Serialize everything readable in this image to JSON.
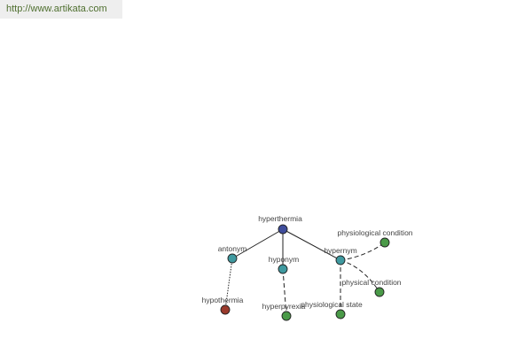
{
  "banner": {
    "url": "http://www.artikata.com"
  },
  "colors": {
    "root": "#3f4d9c",
    "relation": "#3f9aa0",
    "term": "#4a9a48",
    "antonym_term": "#9a3a2c"
  },
  "graph": {
    "nodes": [
      {
        "id": "hyperthermia",
        "label": "hyperthermia",
        "kind": "root"
      },
      {
        "id": "antonym",
        "label": "antonym",
        "kind": "relation"
      },
      {
        "id": "hyponym",
        "label": "hyponym",
        "kind": "relation"
      },
      {
        "id": "hypernym",
        "label": "hypernym",
        "kind": "relation"
      },
      {
        "id": "hypothermia",
        "label": "hypothermia",
        "kind": "antonym_term"
      },
      {
        "id": "hyperpyrexia",
        "label": "hyperpyrexia",
        "kind": "term"
      },
      {
        "id": "physiological-state",
        "label": "physiological state",
        "kind": "term"
      },
      {
        "id": "physical-condition",
        "label": "physical condition",
        "kind": "term"
      },
      {
        "id": "physiological-condition",
        "label": "physiological condition",
        "kind": "term"
      }
    ],
    "edges": [
      {
        "from": "hyperthermia",
        "to": "antonym",
        "style": "solid"
      },
      {
        "from": "hyperthermia",
        "to": "hyponym",
        "style": "solid"
      },
      {
        "from": "hyperthermia",
        "to": "hypernym",
        "style": "solid"
      },
      {
        "from": "antonym",
        "to": "hypothermia",
        "style": "dotted"
      },
      {
        "from": "hyponym",
        "to": "hyperpyrexia",
        "style": "dashed"
      },
      {
        "from": "hypernym",
        "to": "physiological-state",
        "style": "dashed"
      },
      {
        "from": "hypernym",
        "to": "physical-condition",
        "style": "dashed"
      },
      {
        "from": "hypernym",
        "to": "physiological-condition",
        "style": "dashed"
      }
    ]
  }
}
